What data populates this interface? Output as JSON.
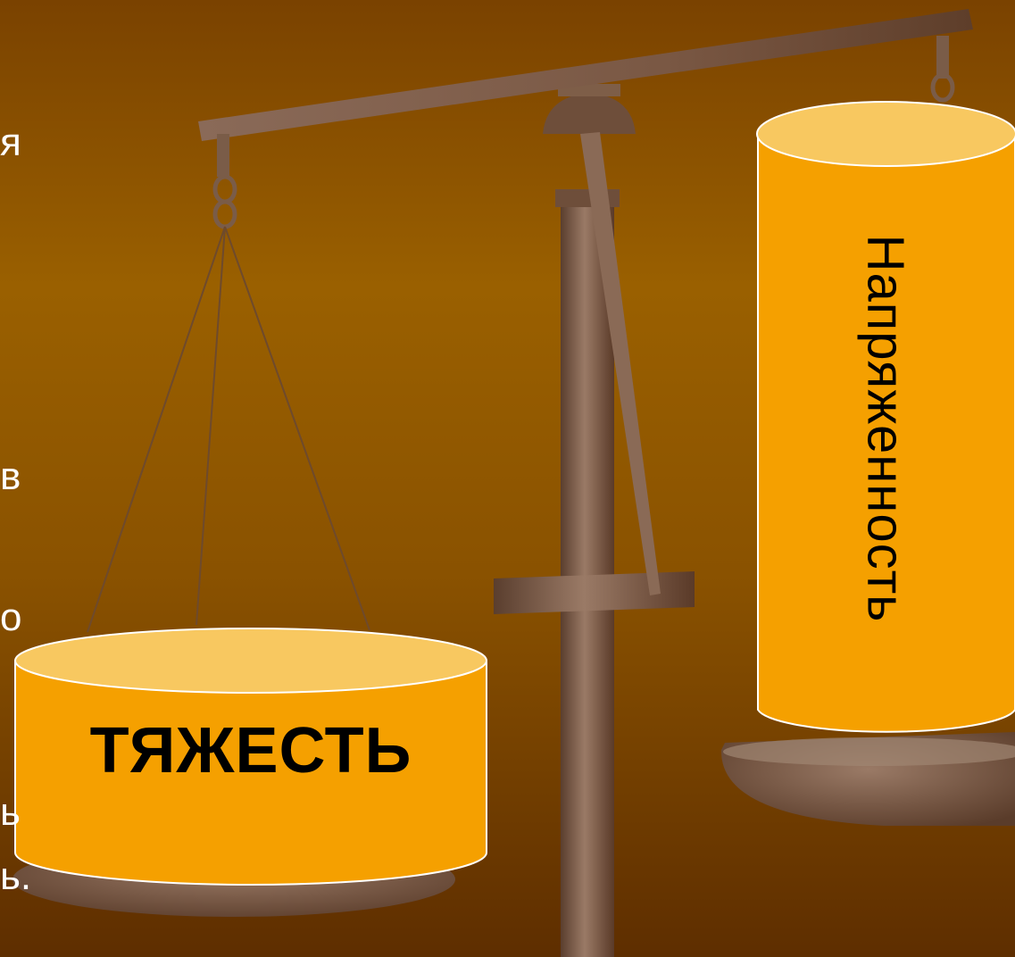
{
  "slide": {
    "left_cylinder_label": "ТЯЖЕСТЬ",
    "right_cylinder_label": "Напряженность",
    "cut_off_text_fragments": [
      "я",
      "в",
      "о",
      "ь",
      "ь."
    ]
  },
  "colors": {
    "background_top": "#7a4200",
    "background_mid": "#9a6000",
    "background_bottom": "#5e2e00",
    "cylinder_fill": "#f5a000",
    "cylinder_top": "#f8c860",
    "scale_metal": "#7e5a44"
  }
}
